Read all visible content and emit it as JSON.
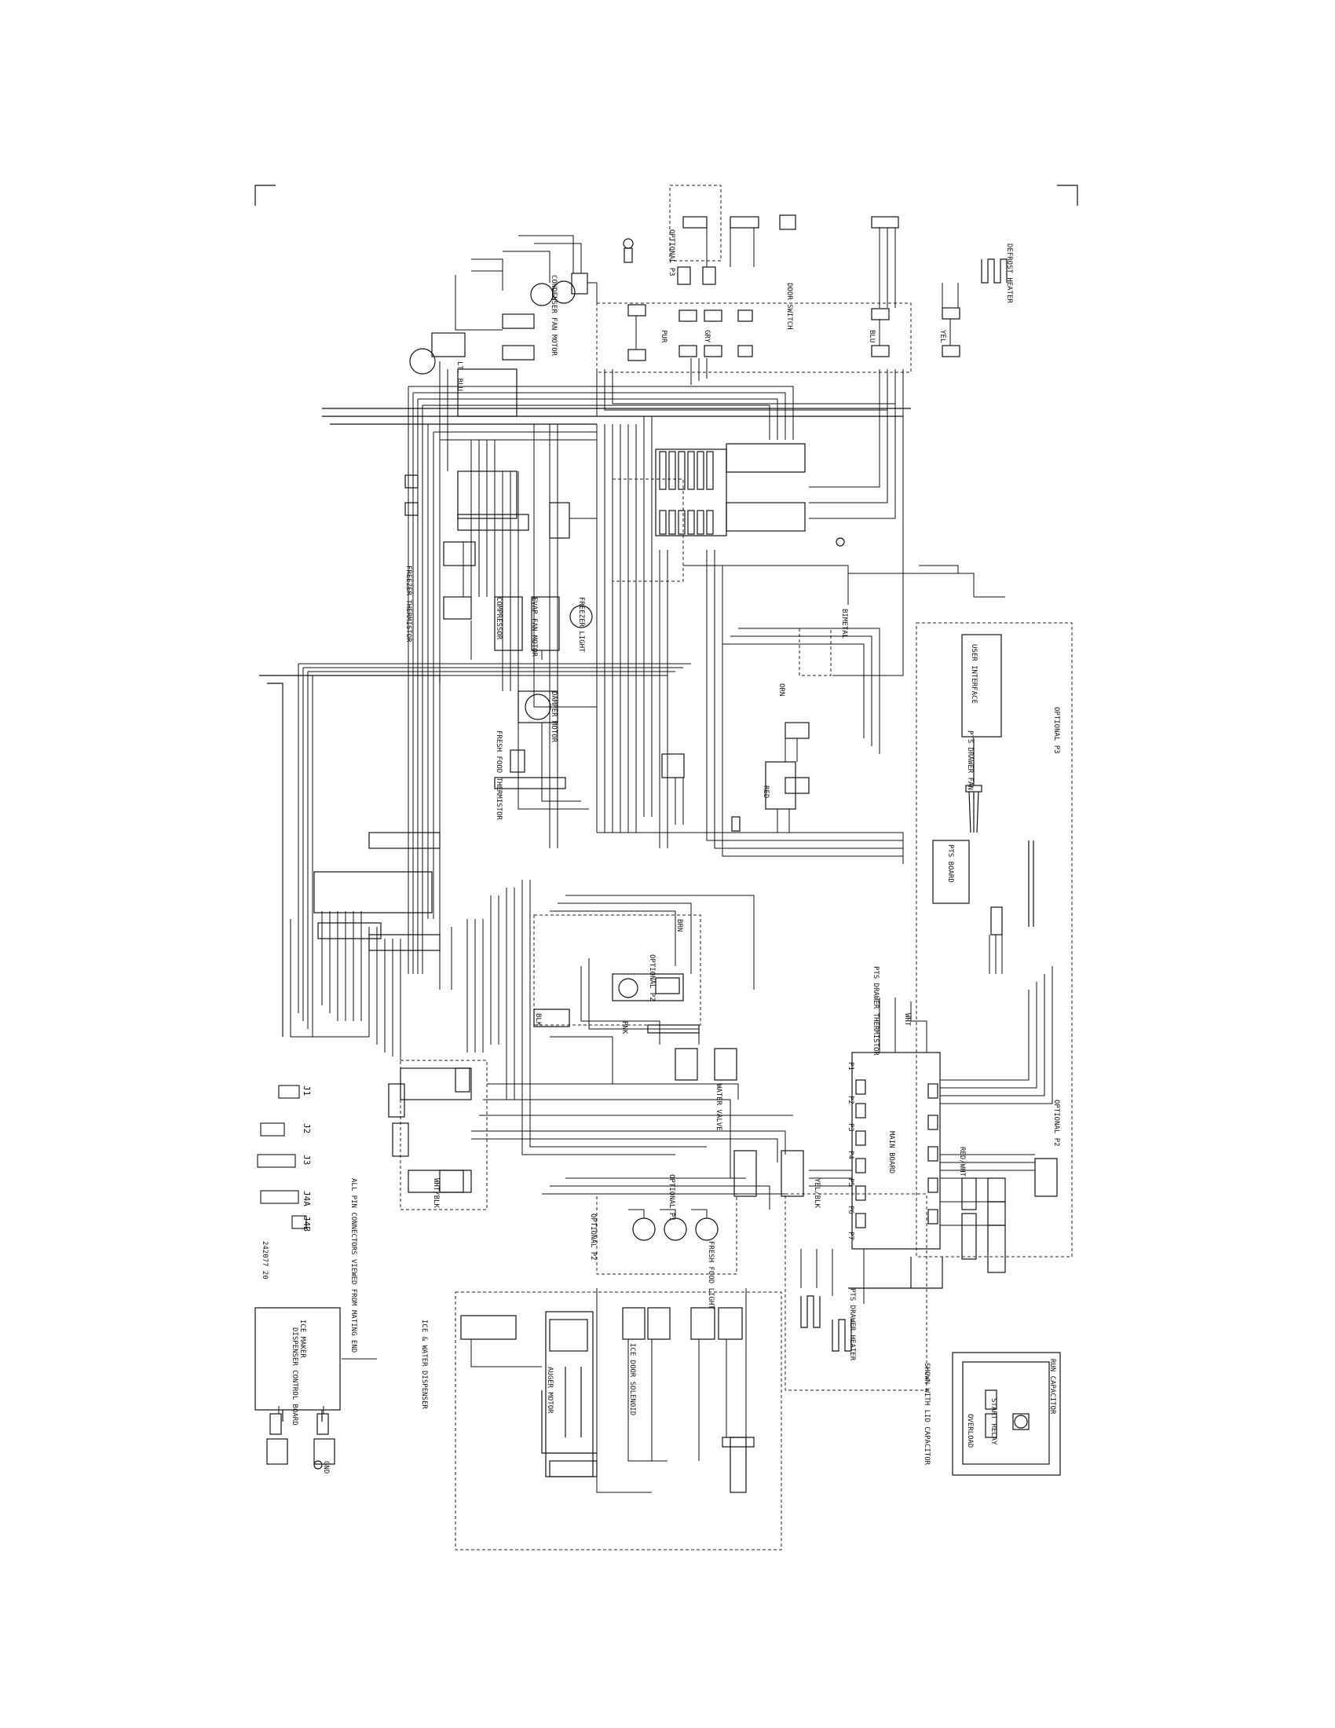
{
  "diagram": {
    "doc_code": "242077 20",
    "notes": {
      "optional_p3": "OPTIONAL P3",
      "optional_p2": "OPTIONAL P2",
      "optional_p1": "OPTIONAL P1",
      "optional_p2b": "OPTIONAL P2",
      "optional_p3b": "OPTIONAL P3",
      "optional_p2c": "OPTIONAL P2"
    },
    "components": {
      "freezer_light": "FREEZER LIGHT",
      "defrost_heater": "DEFROST HEATER",
      "compressor": "COMPRESSOR",
      "evap_fan_motor": "EVAP FAN MOTOR",
      "cond_fan_motor": "CONDENSER FAN MOTOR",
      "freezer_thermistor": "FREEZER THERMISTOR",
      "fresh_food_thermistor": "FRESH FOOD THERMISTOR",
      "damper_motor": "DAMPER MOTOR",
      "main_board": "MAIN BOARD",
      "user_interface": "USER INTERFACE",
      "ice_water_dispenser": "ICE & WATER DISPENSER",
      "water_valve": "WATER VALVE",
      "ice_maker": "ICE MAKER",
      "door_switch": "DOOR SWITCH",
      "fresh_food_light": "FRESH FOOD LIGHT",
      "pts_drawer_heater": "PTS DRAWER HEATER",
      "pts_drawer_thermistor": "PTS DRAWER THERMISTOR",
      "pts_board": "PTS BOARD",
      "run_capacitor": "RUN CAPACITOR",
      "dispenser_control": "DISPENSER CONTROL BOARD",
      "auger_motor": "AUGER MOTOR",
      "ice_door_solenoid": "ICE DOOR SOLENOID",
      "pts_drawer_fan": "PTS DRAWER FAN",
      "bimetal": "BIMETAL",
      "overload": "OVERLOAD",
      "start_relay": "START RELAY"
    },
    "wires": {
      "wht": "WHT",
      "blk": "BLK",
      "red": "RED",
      "brn": "BRN",
      "orn": "ORN",
      "yel": "YEL",
      "blu": "BLU",
      "pur": "PUR",
      "gry": "GRY",
      "wht_blk": "WHT/BLK",
      "yel_blk": "YEL/BLK",
      "lt_blu": "LT. BLU",
      "pnk": "PNK",
      "red_wht": "RED/WHT"
    },
    "connectors": {
      "j1": "J1",
      "j2": "J2",
      "j3": "J3",
      "j4a": "J4A",
      "j4b": "J4B",
      "p1": "P1",
      "p2": "P2",
      "p3": "P3",
      "p4": "P4",
      "p5": "P5",
      "p6": "P6",
      "p7": "P7"
    },
    "legend_note": "ALL PIN CONNECTORS VIEWED FROM MATING END",
    "capacitor_note": "SHOWN WITH LID CAPACITOR",
    "ground": "GND"
  }
}
